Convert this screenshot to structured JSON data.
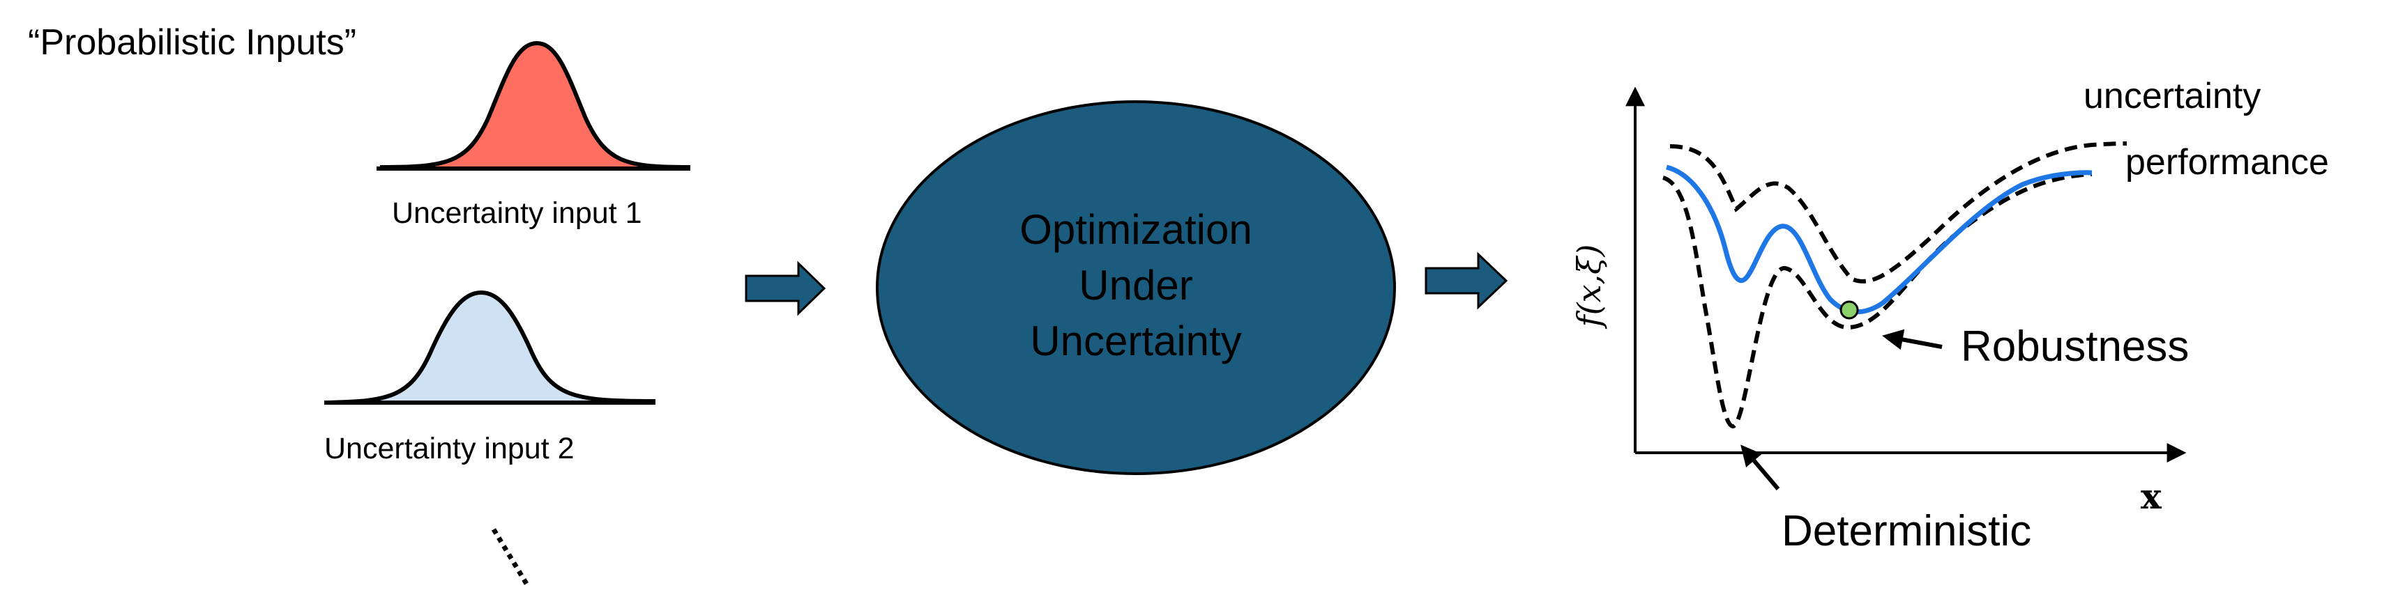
{
  "header": {
    "title": "“Probabilistic Inputs”"
  },
  "inputs": [
    {
      "label": "Uncertainty input 1",
      "fill_color": "#FF6F61"
    },
    {
      "label": "Uncertainty input 2",
      "fill_color": "#CFE2F3"
    }
  ],
  "center": {
    "lines": [
      "Optimization",
      "Under",
      "Uncertainty"
    ],
    "fill_color": "#1B5C7E",
    "text_color": "#FFFFFF"
  },
  "arrows": {
    "fill_color": "#1B5C7E",
    "icon": "right-block-arrow-icon"
  },
  "plot": {
    "y_axis_label": "f(x,ξ)",
    "x_axis_label": "x",
    "legend": {
      "uncertainty": "uncertainty",
      "performance": "performance"
    },
    "annotations": {
      "robustness": "Robustness",
      "deterministic": "Deterministic"
    },
    "colors": {
      "performance": "#1F77E6",
      "robustness": "#3A8A2E",
      "deterministic": "#C00000",
      "robust_point": "#8BD06A"
    }
  }
}
